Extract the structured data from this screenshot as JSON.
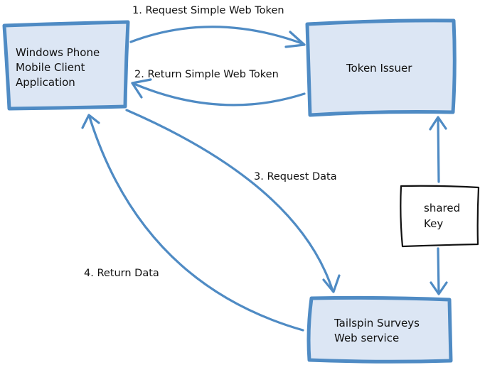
{
  "diagram": {
    "colors": {
      "box_fill": "#dce6f4",
      "box_border": "#4f8bc4",
      "arrow": "#4f8bc4",
      "text": "#111111",
      "key_border": "#111111"
    },
    "nodes": {
      "client": {
        "lines": [
          "Windows Phone",
          "Mobile Client",
          "Application"
        ]
      },
      "issuer": {
        "lines": [
          "Token Issuer"
        ]
      },
      "service": {
        "lines": [
          "Tailspin Surveys",
          "Web service"
        ]
      },
      "key": {
        "lines": [
          "shared",
          "Key"
        ]
      }
    },
    "edges": [
      {
        "id": "request-token",
        "label": "1. Request Simple Web Token",
        "from": "client",
        "to": "issuer"
      },
      {
        "id": "return-token",
        "label": "2. Return Simple Web Token",
        "from": "issuer",
        "to": "client"
      },
      {
        "id": "request-data",
        "label": "3. Request Data",
        "from": "client",
        "to": "service"
      },
      {
        "id": "return-data",
        "label": "4. Return Data",
        "from": "service",
        "to": "client"
      },
      {
        "id": "key-to-issuer",
        "label": "",
        "from": "key",
        "to": "issuer"
      },
      {
        "id": "key-to-service",
        "label": "",
        "from": "key",
        "to": "service"
      }
    ]
  }
}
